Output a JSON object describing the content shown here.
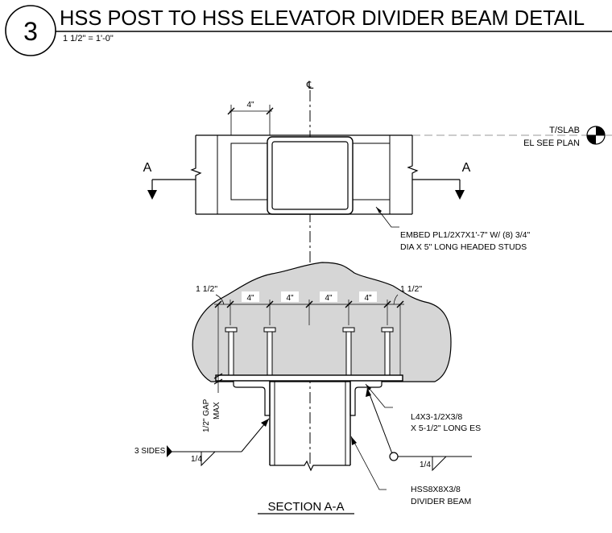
{
  "title_block": {
    "detail_number": "3",
    "title": "HSS POST TO HSS ELEVATOR DIVIDER BEAM DETAIL",
    "scale": "1 1/2\" = 1'-0\""
  },
  "plan_view": {
    "centerline": "℄",
    "dim_top": "4\"",
    "section_mark_left": "A",
    "section_mark_right": "A",
    "elevation_label": [
      "T/SLAB",
      "EL SEE PLAN"
    ],
    "embed_note": [
      "EMBED PL1/2X7X1'-7\" W/ (8) 3/4\"",
      "DIA X 5\" LONG HEADED STUDS"
    ]
  },
  "section_view": {
    "edge_dim_left": "1 1/2\"",
    "edge_dim_right": "1 1/2\"",
    "stud_spacing": [
      "4\"",
      "4\"",
      "4\"",
      "4\""
    ],
    "gap_note": [
      "1/2\" GAP",
      "MAX"
    ],
    "angle_note": [
      "L4X3-1/2X3/8",
      "X 5-1/2\" LONG ES"
    ],
    "weld_left": {
      "note": "3 SIDES",
      "size": "1/4"
    },
    "weld_right": {
      "size": "1/4"
    },
    "beam_note": [
      "HSS8X8X3/8",
      "DIVIDER BEAM"
    ],
    "section_title": "SECTION A-A"
  }
}
